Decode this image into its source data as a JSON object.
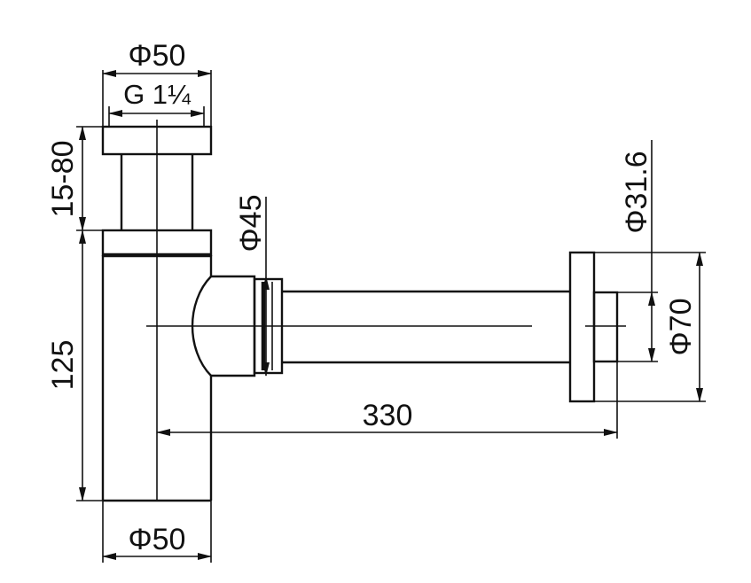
{
  "dimensions": {
    "top_diameter": "Φ50",
    "thread": "G 1¼",
    "height_adjust": "15-80",
    "body_height": "125",
    "bottom_diameter": "Φ50",
    "nut_diameter": "Φ45",
    "pipe_length": "330",
    "pipe_diameter": "Φ31.6",
    "flange_diameter": "Φ70"
  }
}
